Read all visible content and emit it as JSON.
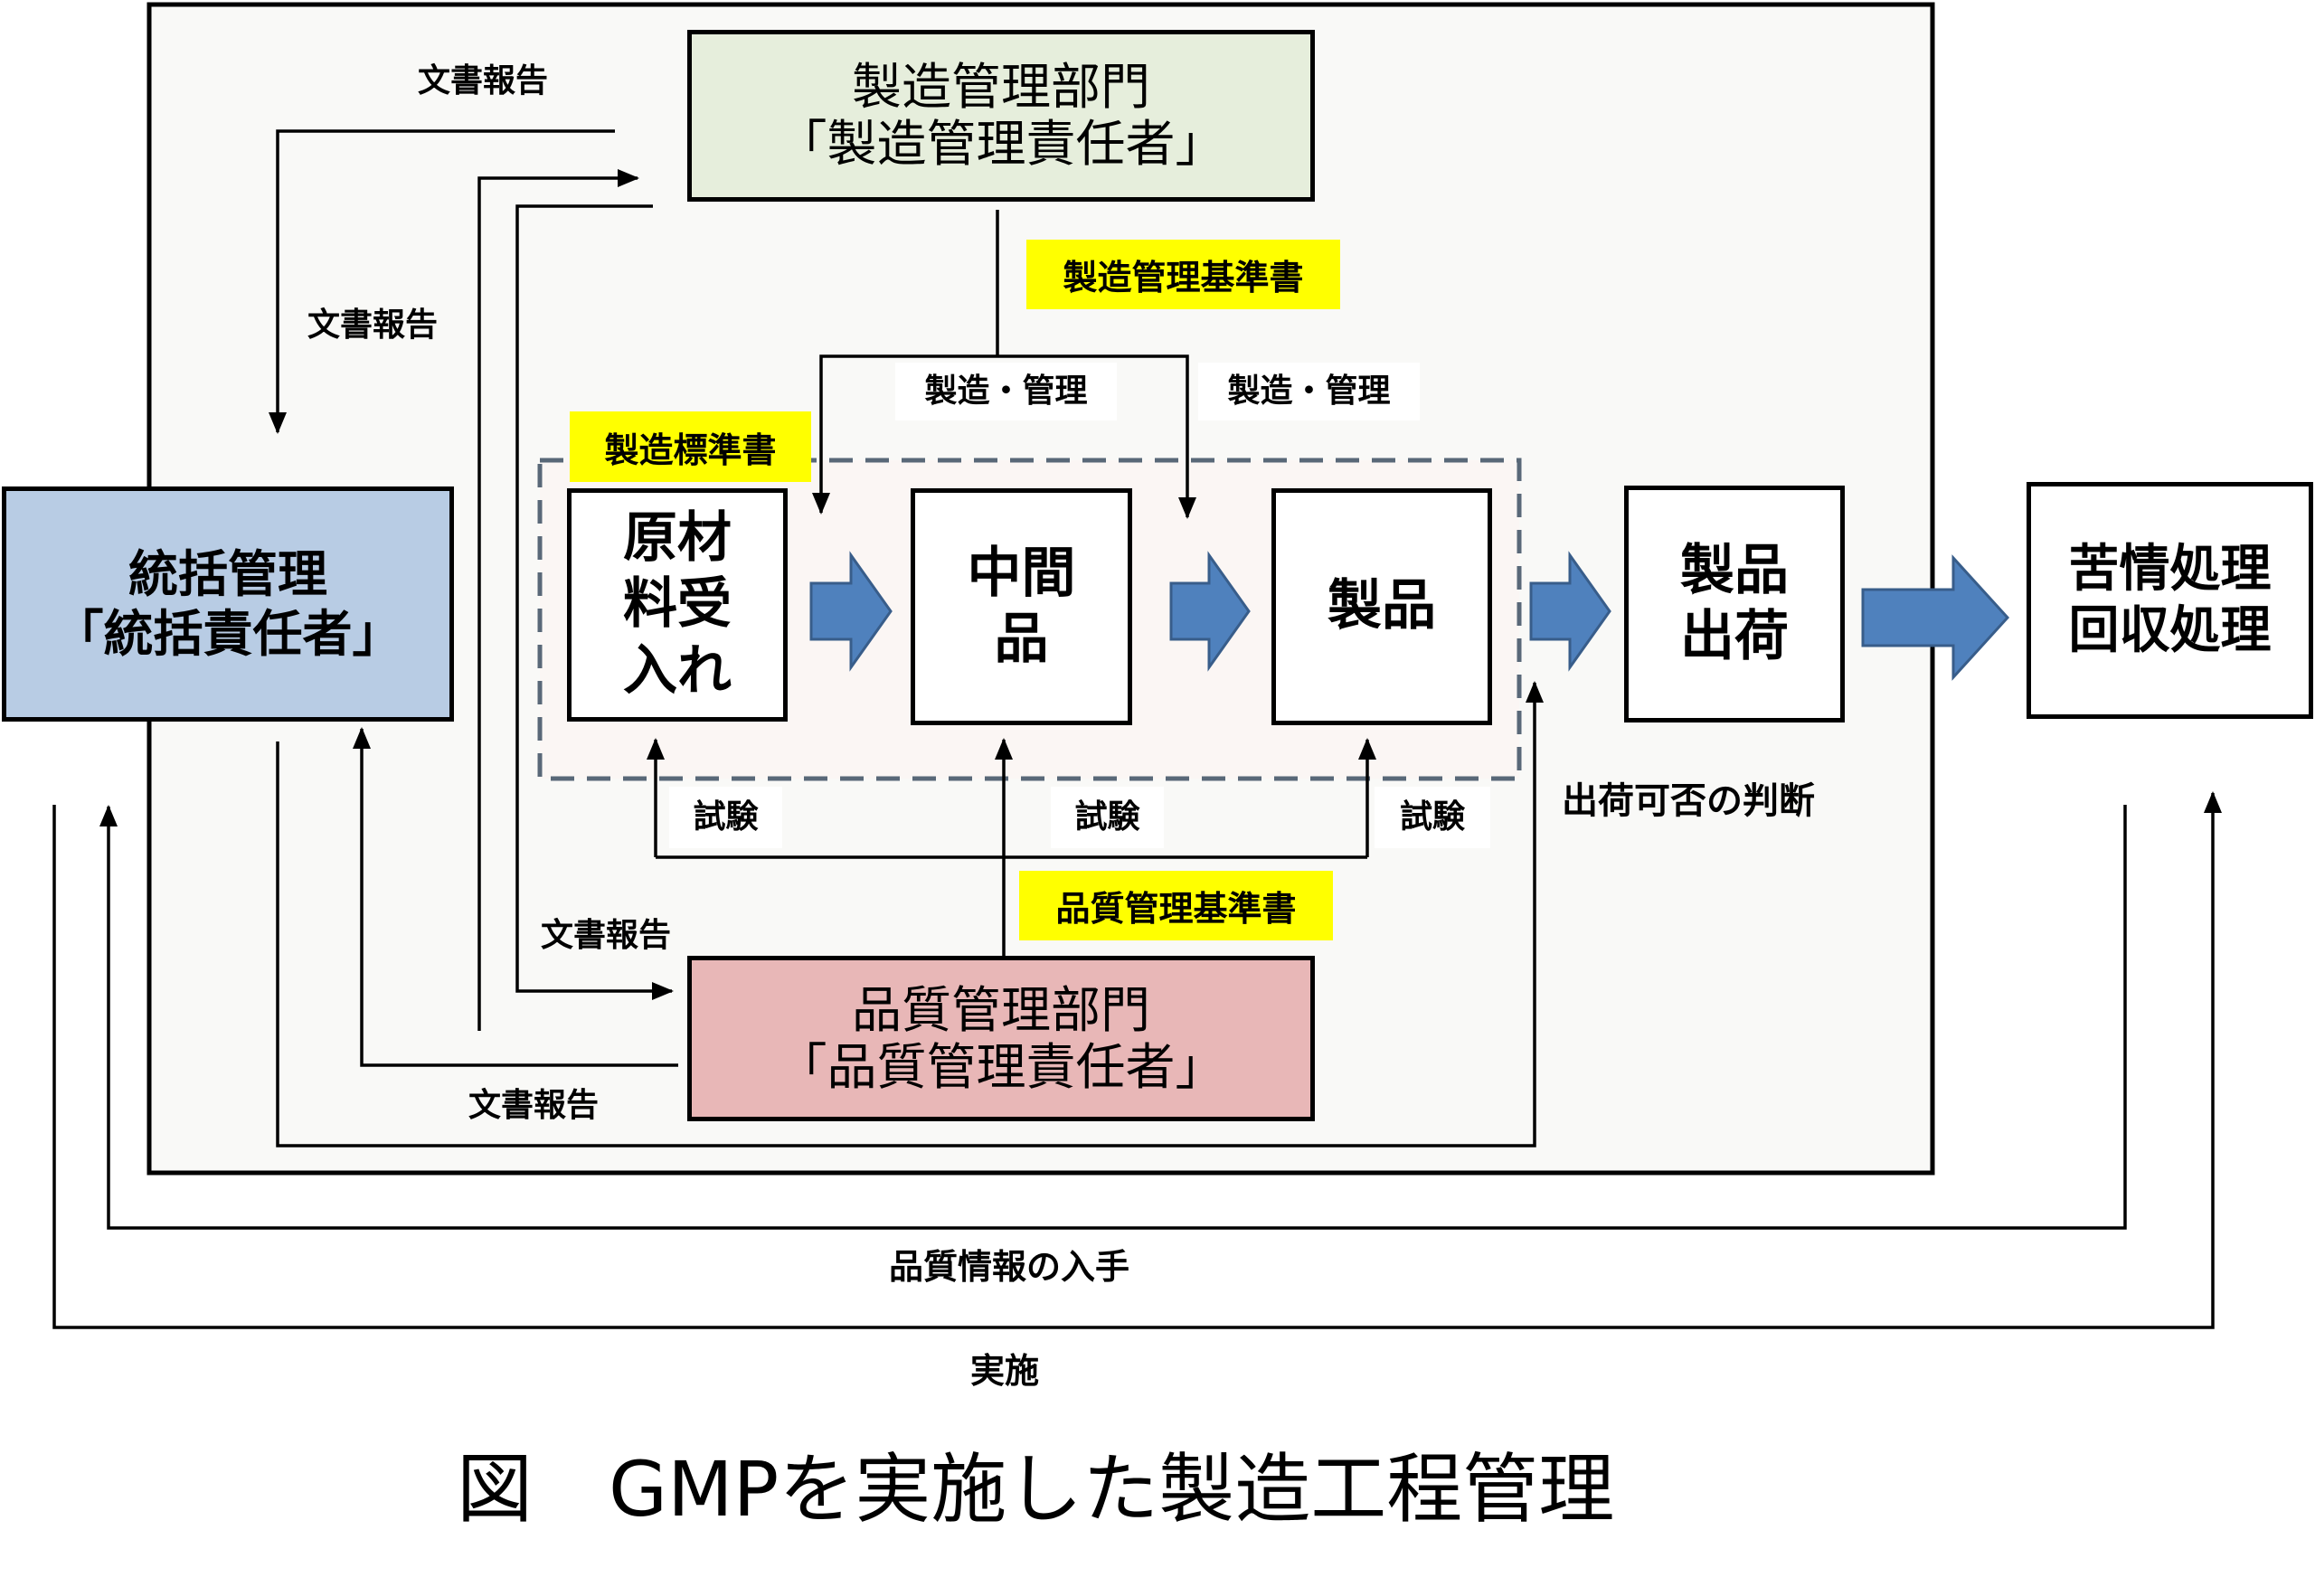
{
  "departments": {
    "manufacturing": {
      "name": "製造管理部門",
      "role": "「製造管理責任者」"
    },
    "quality": {
      "name": "品質管理部門",
      "role": "「品質管理責任者」"
    },
    "general": {
      "name": "統括管理",
      "role": "「統括責任者」"
    }
  },
  "process": {
    "raw": {
      "lines": [
        "原材",
        "料受",
        "入れ"
      ]
    },
    "intermediate": {
      "lines": [
        "中間",
        "品"
      ]
    },
    "product": {
      "lines": [
        "製品"
      ]
    },
    "shipment": {
      "lines": [
        "製品",
        "出荷"
      ]
    },
    "complaint": {
      "lines": [
        "苦情処理",
        "回収処理"
      ]
    }
  },
  "labels": {
    "doc_report_1": "文書報告",
    "doc_report_2": "文書報告",
    "doc_report_3": "文書報告",
    "doc_report_4": "文書報告",
    "mfg_mgmt_1": "製造・管理",
    "mfg_mgmt_2": "製造・管理",
    "test_1": "試験",
    "test_2": "試験",
    "test_3": "試験",
    "ship_judgement": "出荷可否の判断",
    "quality_info": "品質情報の入手",
    "implementation": "実施"
  },
  "highlights": {
    "mfg_control_std": "製造管理基準書",
    "mfg_standard": "製造標準書",
    "quality_control_std": "品質管理基準書"
  },
  "colors": {
    "manufacturing_fill": "#e6eedc",
    "quality_fill": "#e8b7b7",
    "general_fill": "#b8cce4",
    "block_arrow": "#4f81bd",
    "highlight": "#ffff00",
    "dashed_border": "#596878",
    "frame_fill": "#f9f9f7"
  },
  "caption": "図　GMPを実施した製造工程管理"
}
